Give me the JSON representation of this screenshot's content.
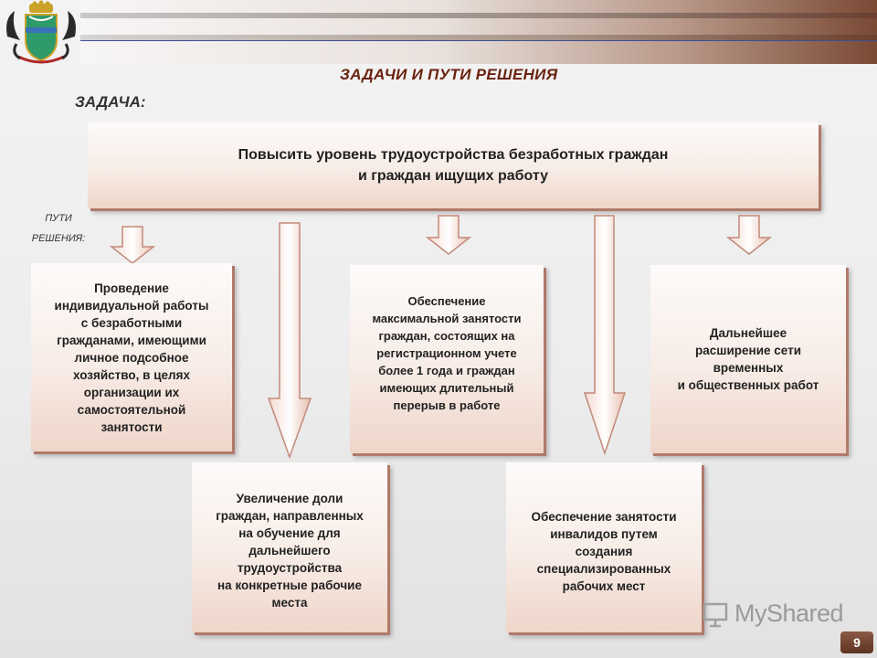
{
  "header": {
    "title": "ЗАДАЧИ И ПУТИ РЕШЕНИЯ"
  },
  "task_label": "ЗАДАЧА:",
  "ways_label": "ПУТИ\nРЕШЕНИЯ:",
  "goal": "Повысить уровень трудоустройства безработных граждан\nи граждан ищущих работу",
  "solutions": [
    "Проведение\nиндивидуальной работы\nс безработными\nгражданами, имеющими\nличное подсобное\nхозяйство, в целях\nорганизации их\nсамостоятельной\nзанятости",
    "Обеспечение\nмаксимальной занятости\nграждан, состоящих на\nрегистрационном учете\nболее 1 года и граждан\nимеющих длительный\nперерыв в работе",
    "Дальнейшее\nрасширение сети\nвременных\nи общественных работ",
    "Увеличение доли\nграждан, направленных\nна обучение для\nдальнейшего\nтрудоустройства\nна конкретные рабочие\nместа",
    "Обеспечение занятости\nинвалидов путем\nсоздания\nспециализированных\nрабочих мест"
  ],
  "watermark": "MyShared",
  "page_number": "9"
}
